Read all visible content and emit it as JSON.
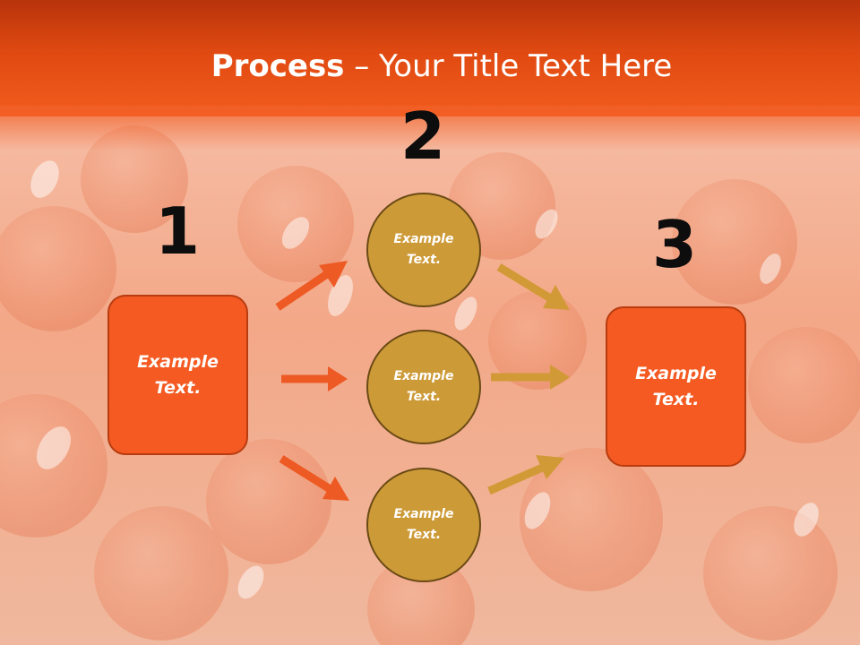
{
  "title": {
    "bold": "Process",
    "rest": " – Your Title Text Here"
  },
  "steps": [
    {
      "number": "1",
      "text": "Example Text."
    },
    {
      "number": "2",
      "circles": [
        "Example Text.",
        "Example Text.",
        "Example Text."
      ]
    },
    {
      "number": "3",
      "text": "Example Text."
    }
  ],
  "colors": {
    "header": "#e04a12",
    "box": "#f45a22",
    "circle": "#cd9a38",
    "arrow_orange": "#ee5a24",
    "arrow_gold": "#d29a36"
  }
}
